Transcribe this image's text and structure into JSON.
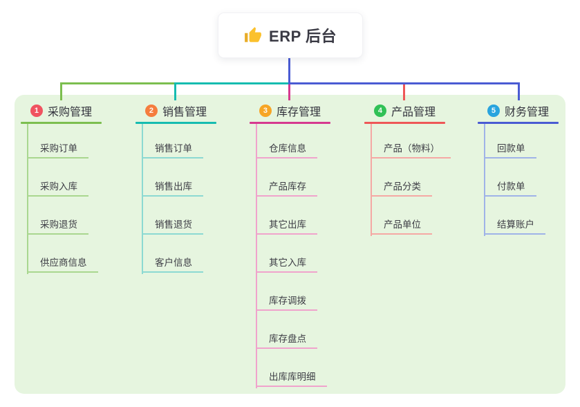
{
  "root": {
    "title": "ERP 后台",
    "icon": "thumbs-up-icon",
    "icon_color": "#FBC12D",
    "card_background": "#ffffff",
    "text_color": "#3a3a44"
  },
  "canvas": {
    "panel_background": "#E6F5DF",
    "page_background": "#ffffff"
  },
  "connectors": {
    "root_line": "#4A5BD3",
    "bus_segments": [
      "#7CBE4F",
      "#16BCB0",
      "#4A5BD3"
    ],
    "drop_lines": [
      "#7CBE4F",
      "#16BCB0",
      "#D6398F",
      "#EE5757",
      "#4A5BD3"
    ]
  },
  "branches": [
    {
      "number": "1",
      "title": "采购管理",
      "badge_color": "#F05360",
      "line_color": "#7CBE4F",
      "child_line_color": "#A9D78F",
      "children": [
        "采购订单",
        "采购入库",
        "采购退货",
        "供应商信息"
      ]
    },
    {
      "number": "2",
      "title": "销售管理",
      "badge_color": "#F57D3E",
      "line_color": "#16BCB0",
      "child_line_color": "#8CD9D2",
      "children": [
        "销售订单",
        "销售出库",
        "销售退货",
        "客户信息"
      ]
    },
    {
      "number": "3",
      "title": "库存管理",
      "badge_color": "#F7A525",
      "line_color": "#D6398F",
      "child_line_color": "#F0A3CC",
      "children": [
        "仓库信息",
        "产品库存",
        "其它出库",
        "其它入库",
        "库存调拨",
        "库存盘点",
        "出库库明细"
      ]
    },
    {
      "number": "4",
      "title": "产品管理",
      "badge_color": "#30C156",
      "line_color": "#EE5757",
      "child_line_color": "#F5A8A4",
      "children": [
        "产品（物料）",
        "产品分类",
        "产品单位"
      ]
    },
    {
      "number": "5",
      "title": "财务管理",
      "badge_color": "#29A4DE",
      "line_color": "#4A5BD3",
      "child_line_color": "#9FB3E8",
      "children": [
        "回款单",
        "付款单",
        "结算账户"
      ]
    }
  ]
}
